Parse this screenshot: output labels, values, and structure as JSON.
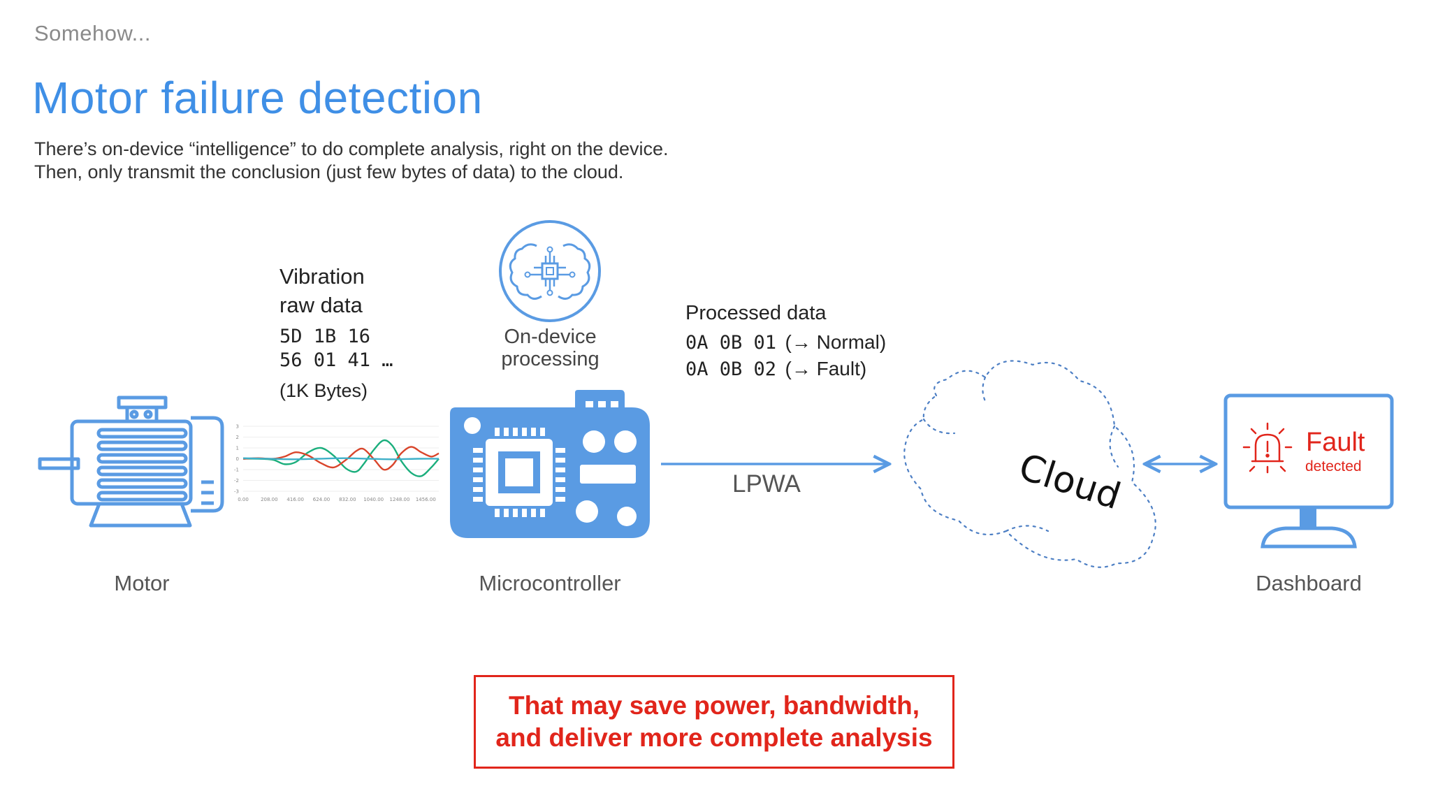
{
  "kicker": "Somehow...",
  "title": "Motor failure detection",
  "subtitle": [
    "There’s on-device “intelligence” to do complete analysis, right on the device.",
    "Then, only transmit the conclusion (just few bytes of data) to the cloud."
  ],
  "raw": {
    "heading_1": "Vibration",
    "heading_2": "raw data",
    "bytes_1": "5D 1B 16",
    "bytes_2": "56 01 41 …",
    "size": "(1K Bytes)"
  },
  "processing_label_1": "On-device",
  "processing_label_2": "processing",
  "processed": {
    "heading": "Processed data",
    "line1_code": "0A 0B 01",
    "line1_result": "(→ Normal)",
    "line2_code": "0A 0B 02",
    "line2_result": "(→ Fault)"
  },
  "link_label": "LPWA",
  "cloud_label": "Cloud",
  "dashboard_status_1": "Fault",
  "dashboard_status_2": "detected",
  "captions": {
    "motor": "Motor",
    "microcontroller": "Microcontroller",
    "dashboard": "Dashboard"
  },
  "callout_1": "That may save power, bandwidth,",
  "callout_2": "and deliver more complete analysis",
  "colors": {
    "accent_blue": "#3f8fe6",
    "icon_blue": "#5a9be3",
    "alert_red": "#e1251b",
    "series_green": "#1aae7c",
    "series_red": "#d9452b",
    "series_teal": "#3fb0c8"
  },
  "chart_data": {
    "type": "line",
    "x_ticks": [
      "0.00",
      "208.00",
      "416.00",
      "624.00",
      "832.00",
      "1040.00",
      "1248.00",
      "1456.00"
    ],
    "y_ticks": [
      "3",
      "2",
      "1",
      "0",
      "-1",
      "-2",
      "-3"
    ],
    "ylim": [
      -3,
      3
    ],
    "xlim": [
      0,
      1560
    ],
    "series": [
      {
        "color": "#1aae7c",
        "x": [
          0,
          120,
          240,
          330,
          420,
          520,
          620,
          720,
          820,
          900,
          960,
          1040,
          1120,
          1190,
          1260,
          1340,
          1420,
          1500,
          1560
        ],
        "y": [
          0,
          0,
          -0.1,
          -0.5,
          -0.3,
          0.6,
          1.0,
          0.3,
          -0.9,
          -1.2,
          -0.5,
          0.8,
          1.7,
          1.2,
          -0.2,
          -1.3,
          -1.6,
          -0.8,
          0
        ]
      },
      {
        "color": "#d9452b",
        "x": [
          0,
          120,
          240,
          330,
          420,
          520,
          620,
          720,
          820,
          900,
          960,
          1040,
          1120,
          1190,
          1260,
          1340,
          1420,
          1500,
          1560
        ],
        "y": [
          0,
          0.05,
          0,
          0.2,
          0.6,
          0.3,
          -0.4,
          -0.8,
          -0.1,
          0.7,
          0.9,
          0,
          -1.0,
          -0.6,
          0.5,
          1.1,
          0.6,
          0.2,
          0.5
        ]
      },
      {
        "color": "#3fb0c8",
        "x": [
          0,
          200,
          400,
          600,
          800,
          1000,
          1200,
          1400,
          1560
        ],
        "y": [
          0.05,
          0,
          -0.05,
          0,
          0.05,
          0,
          -0.05,
          0,
          0
        ]
      }
    ]
  }
}
